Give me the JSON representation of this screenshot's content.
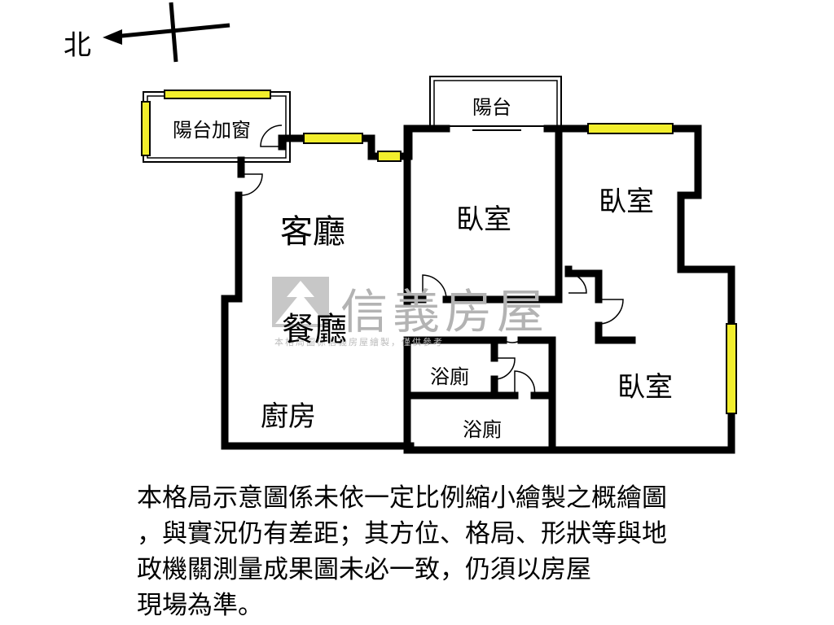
{
  "compass": {
    "label": "北"
  },
  "rooms": {
    "balcony_window": "陽台加窗",
    "balcony": "陽台",
    "living_room": "客廳",
    "dining_room": "餐廳",
    "kitchen": "廚房",
    "bedroom_center": "臥室",
    "bedroom_top_right": "臥室",
    "bedroom_bottom_right": "臥室",
    "bathroom_upper": "浴廁",
    "bathroom_lower": "浴廁"
  },
  "watermark": {
    "brand": "信義房屋",
    "caption": "本格局圖係信義房屋繪製，僅供參考"
  },
  "disclaimer": {
    "lines": [
      "本格局示意圖係未依一定比例縮小繪製之概繪圖",
      "，與實況仍有差距；其方位、格局、形狀等與地",
      "政機關測量成果圖未必一致，仍須以房屋",
      "現場為準。"
    ]
  },
  "colors": {
    "wall": "#000000",
    "window_fill": "#f2ee2c",
    "watermark": "#b3b3b3"
  }
}
